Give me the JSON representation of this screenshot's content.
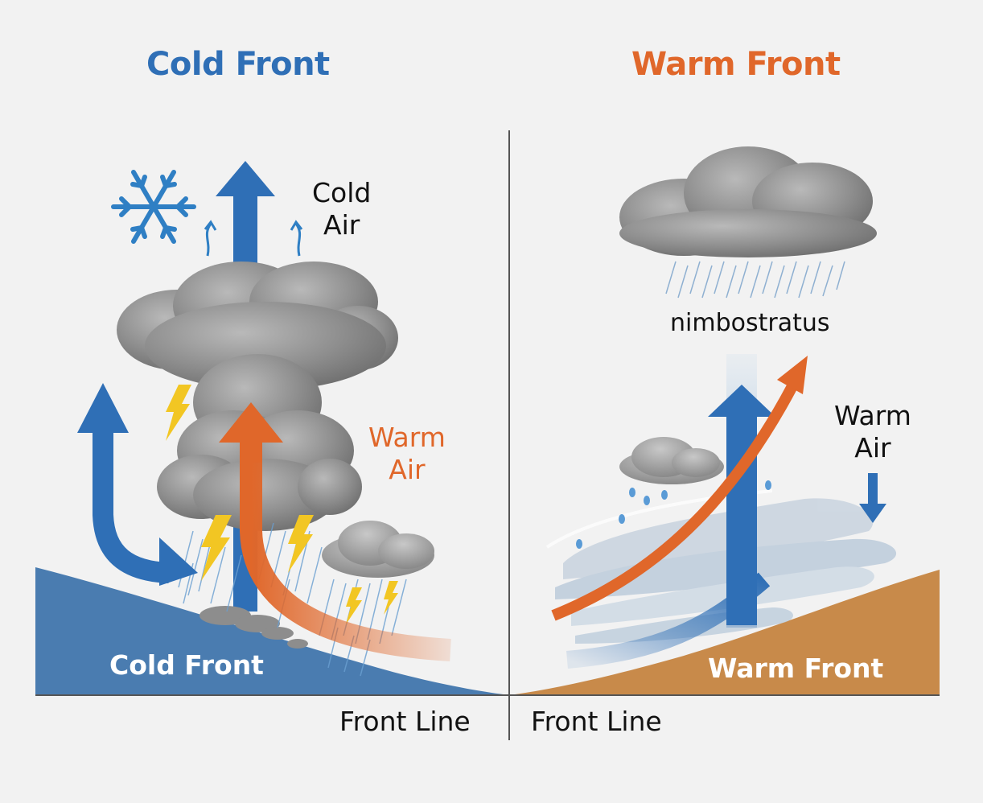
{
  "cold_panel": {
    "title": "Cold Front",
    "air_label": [
      "Cold",
      "Air"
    ],
    "warm_air_label": [
      "Warm",
      "Air"
    ],
    "base_label": "Cold Front",
    "front_line_label": "Front Line"
  },
  "warm_panel": {
    "title": "Warm Front",
    "cloud_label": "nimbostratus",
    "air_label": [
      "Warm",
      "Air"
    ],
    "base_label": "Warm Front",
    "front_line_label": "Front Line"
  },
  "colors": {
    "background": "#f2f2f2",
    "cold_blue": "#2f6fb6",
    "cold_mass": "#4a7cb0",
    "warm_orange": "#e0672a",
    "warm_mass": "#c88a4a",
    "cloud_gray": "#8a8a8a",
    "lightning_yellow": "#f2c623"
  },
  "icons": [
    "snowflake-icon",
    "lightning-bolt-icon",
    "rain-drop-icon"
  ]
}
